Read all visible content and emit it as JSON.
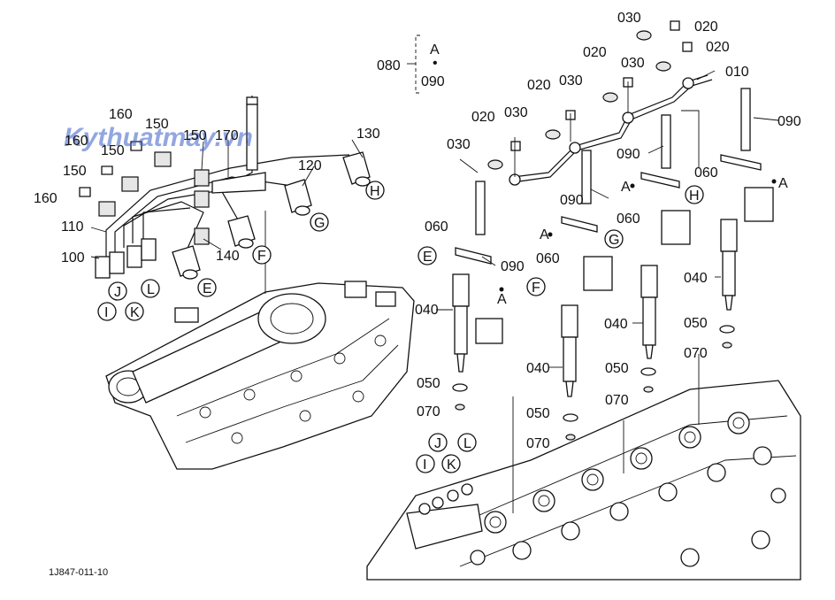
{
  "watermark": "Kythuatmay.vn",
  "drawing_id": "1J847-011-10",
  "legend": {
    "ref": "080",
    "top": "A",
    "dot": "•",
    "bottom": "090"
  },
  "labels": {
    "l160a": "160",
    "l150a": "150",
    "l160b": "160",
    "l150b": "150",
    "l150c": "150",
    "l170": "170",
    "l130": "130",
    "l150d": "150",
    "l120": "120",
    "l160c": "160",
    "l110": "110",
    "l100": "100",
    "l140": "140",
    "r030a": "030",
    "r020a": "020",
    "r020b": "020",
    "r030b": "030",
    "r020c": "020",
    "r010": "010",
    "r020d": "020",
    "r030c": "030",
    "r020e": "020",
    "r030d": "030",
    "r090a": "090",
    "r030e": "030",
    "r090b": "090",
    "r060a": "060",
    "r090c": "090",
    "r060b": "060",
    "r060c": "060",
    "r060d": "060",
    "r090d": "090",
    "r040a": "040",
    "r040b": "040",
    "r040c": "040",
    "r040d": "040",
    "r050a": "050",
    "r050b": "050",
    "r050c": "050",
    "r050d": "050",
    "r070a": "070",
    "r070b": "070",
    "r070c": "070",
    "r070d": "070"
  },
  "letters": {
    "E": "E",
    "F": "F",
    "G": "G",
    "H": "H",
    "I": "I",
    "J": "J",
    "K": "K",
    "L": "L",
    "A": "A"
  },
  "circled": {
    "c_h1": "H",
    "c_g1": "G",
    "c_f1": "F",
    "c_e1": "E",
    "c_i1": "I",
    "c_j1": "J",
    "c_k1": "K",
    "c_l1": "L",
    "c_e2": "E",
    "c_f2": "F",
    "c_g2": "G",
    "c_h2": "H",
    "c_i2": "I",
    "c_j2": "J",
    "c_k2": "K",
    "c_l2": "L"
  }
}
